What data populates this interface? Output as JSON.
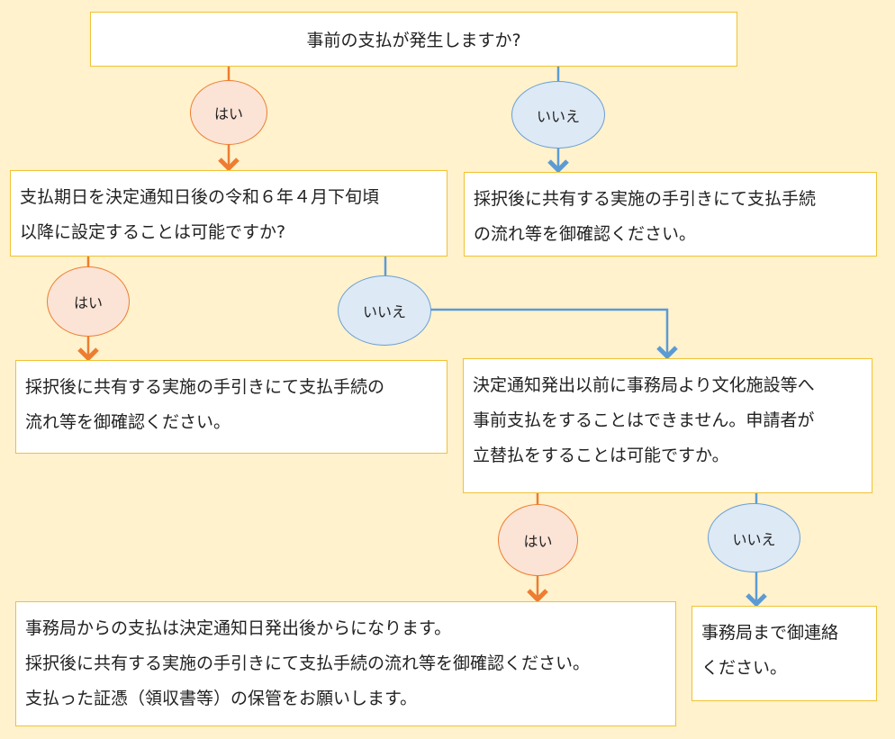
{
  "question1": "事前の支払が発生しますか?",
  "question2": [
    "支払期日を決定通知日後の令和６年４月下旬頃",
    "以降に設定することは可能ですか?"
  ],
  "question3": [
    "決定通知発出以前に事務局より文化施設等へ",
    "事前支払をすることはできません。申請者が",
    "立替払をすることは可能ですか。"
  ],
  "answer_no1": [
    "採択後に共有する実施の手引きにて支払手続",
    "の流れ等を御確認ください。"
  ],
  "answer_yes2": [
    "採択後に共有する実施の手引きにて支払手続の",
    "流れ等を御確認ください。"
  ],
  "answer_yes3": [
    "事務局からの支払は決定通知日発出後からになります。",
    "採択後に共有する実施の手引きにて支払手続の流れ等を御確認ください。",
    "支払った証憑（領収書等）の保管をお願いします。"
  ],
  "answer_no3": [
    "事務局まで御連絡",
    "ください。"
  ],
  "labels": {
    "yes": "はい",
    "no": "いいえ"
  },
  "colors": {
    "yes": "#ed7d31",
    "no": "#5b9bd5",
    "background": "#fff2cc",
    "border": "#f1c232"
  }
}
